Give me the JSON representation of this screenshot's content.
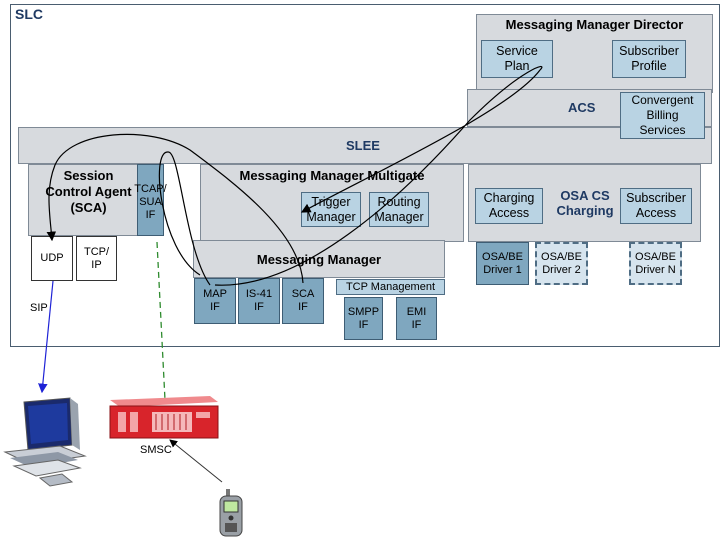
{
  "slc_label": "SLC",
  "mmd": {
    "title": "Messaging Manager Director",
    "service_plan": "Service\nPlan",
    "subscriber_profile": "Subscriber\nProfile"
  },
  "acs": {
    "title": "ACS",
    "convergent_billing": "Convergent\nBilling\nServices"
  },
  "slee": {
    "title": "SLEE"
  },
  "sca": {
    "title": "Session\nControl Agent\n(SCA)",
    "udp": "UDP",
    "tcpip": "TCP/\nIP"
  },
  "tcap": {
    "label": "TCAP/\nSUA\nIF"
  },
  "multigate": {
    "title": "Messaging Manager Multigate",
    "trigger": "Trigger\nManager",
    "routing": "Routing\nManager"
  },
  "mm": {
    "title": "Messaging Manager",
    "map_if": "MAP\nIF",
    "is41_if": "IS-41\nIF",
    "sca_if": "SCA\nIF",
    "tcp_mgmt": "TCP Management",
    "smpp_if": "SMPP\nIF",
    "emi_if": "EMI\nIF"
  },
  "osa": {
    "title": "OSA CS\nCharging",
    "charging_access": "Charging\nAccess",
    "subscriber_access": "Subscriber\nAccess",
    "driver1": "OSA/BE\nDriver 1",
    "driver2": "OSA/BE\nDriver 2",
    "driverN": "OSA/BE\nDriver N"
  },
  "sip_label": "SIP",
  "smsc_label": "SMSC",
  "icons": {
    "workstation": "computer-workstation-icon",
    "smsc": "smsc-server-icon",
    "phone": "mobile-phone-icon"
  },
  "colors": {
    "navy_text": "#1f3a63",
    "box_gray": "#d7dade",
    "box_blue": "#b9d3e3",
    "box_darkblue": "#7fa7bf",
    "sip_arrow": "#1e22d6",
    "smsc_dash": "#2e8b2e",
    "smsc_red": "#d8242b"
  }
}
